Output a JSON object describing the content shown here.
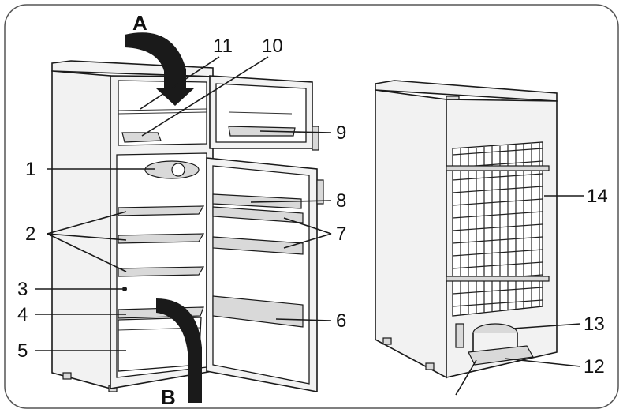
{
  "labels": {
    "a": "A",
    "b": "B",
    "n1": "1",
    "n2": "2",
    "n3": "3",
    "n4": "4",
    "n5": "5",
    "n6": "6",
    "n7": "7",
    "n8": "8",
    "n9": "9",
    "n10": "10",
    "n11": "11",
    "n12": "12",
    "n13": "13",
    "n14": "14"
  }
}
